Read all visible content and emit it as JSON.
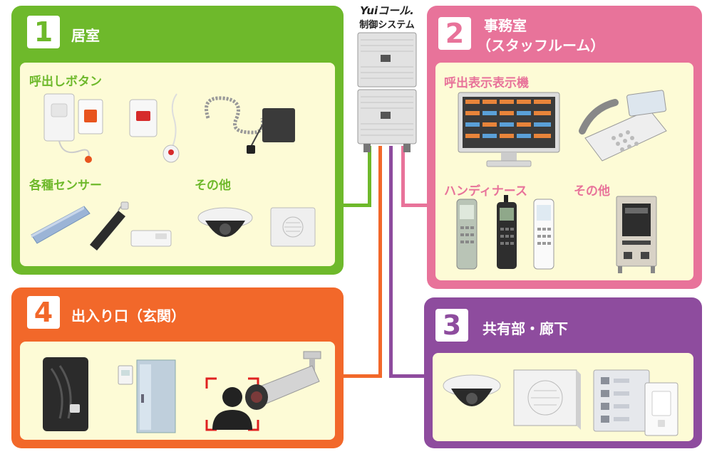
{
  "system": {
    "brand": "Yuiコール.",
    "subtitle": "制御システム"
  },
  "panels": {
    "p1": {
      "number": "1",
      "title": "居室",
      "color": "#6eb92b",
      "sections": {
        "call_button": "呼出しボタン",
        "sensors": "各種センサー",
        "other": "その他"
      }
    },
    "p2": {
      "number": "2",
      "title_line1": "事務室",
      "title_line2": "（スタッフルーム）",
      "color": "#e8739a",
      "sections": {
        "display": "呼出表示表示機",
        "handy": "ハンディナース",
        "other": "その他"
      }
    },
    "p3": {
      "number": "3",
      "title": "共有部・廊下",
      "color": "#8e4c9e"
    },
    "p4": {
      "number": "4",
      "title": "出入り口（玄関）",
      "color": "#f2682a"
    }
  },
  "icons": {
    "call_button": "call-button-icon",
    "pendant": "pendant-button-icon",
    "cord_switch": "cord-switch-icon",
    "bed_sensor": "bed-sensor-icon",
    "dome_camera": "dome-camera-icon",
    "speaker": "speaker-icon",
    "display_monitor": "display-monitor-icon",
    "desk_phone": "desk-phone-icon",
    "handset": "handset-icon",
    "control_unit": "control-unit-icon",
    "card_reader": "card-reader-icon",
    "door": "door-icon",
    "face_recognition": "face-recognition-icon",
    "bullet_camera": "bullet-camera-icon",
    "switch_panel": "switch-panel-icon"
  }
}
